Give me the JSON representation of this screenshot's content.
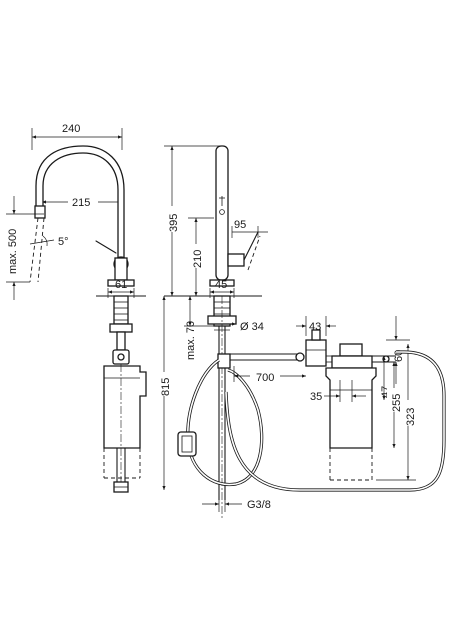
{
  "dimensions": {
    "spout_width": "240",
    "spout_reach": "215",
    "max_pullout": "max. 500",
    "angle": "5°",
    "base_diameter": "61",
    "total_height": "395",
    "spout_height": "210",
    "handle_angle": "95",
    "escutcheon": "45",
    "hole_diameter": "Ø 34",
    "max_deck": "max. 70",
    "under_height": "815",
    "hose_length": "700",
    "connection": "G3/8",
    "valve_width": "43",
    "filter_offset": "35",
    "valve_height": "60",
    "filter_depth": "47",
    "filter_height": "255",
    "filter_total": "323"
  }
}
